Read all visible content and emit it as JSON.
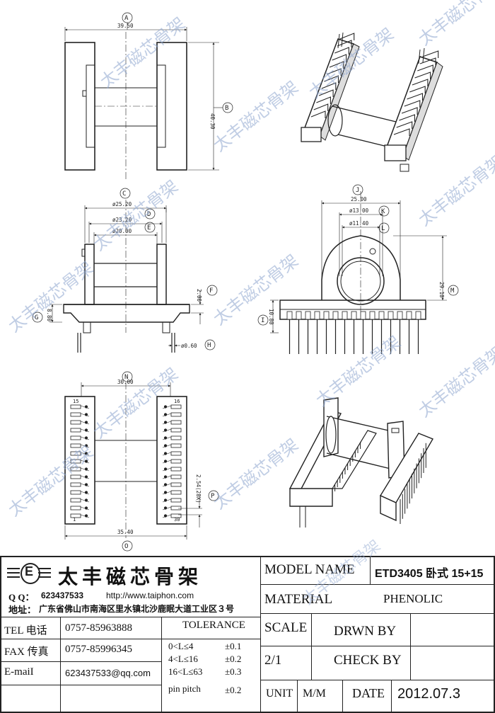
{
  "views": {
    "top": {
      "callouts": {
        "a": "A",
        "b": "B"
      },
      "dims": {
        "width": "39.50",
        "height": "40.30"
      }
    },
    "front": {
      "callouts": {
        "c": "C",
        "d": "D",
        "e": "E",
        "f": "F",
        "g": "G",
        "h": "H"
      },
      "dims": {
        "c": "ø25.20",
        "d": "ø23.20",
        "e": "ø20.00",
        "f": "2.00",
        "g": "8.80",
        "h": "ø0.60"
      }
    },
    "side": {
      "callouts": {
        "j": "J",
        "k": "K",
        "l": "L",
        "m": "M",
        "i": "I"
      },
      "dims": {
        "j": "25.00",
        "k": "ø13.00",
        "l": "ø11.40",
        "m": "29.10",
        "i": "10.80"
      }
    },
    "bottom": {
      "callouts": {
        "n": "N",
        "o": "O",
        "p": "P"
      },
      "dims": {
        "n": "30.00",
        "o": "35.40",
        "p": "2.54(28X)"
      },
      "pins": {
        "p15": "15",
        "p16": "16",
        "p1": "1",
        "p30": "30"
      }
    }
  },
  "watermark": "太丰磁芯骨架",
  "title_block": {
    "logo_letter": "E",
    "company_name": "太丰磁芯骨架",
    "qq_label": "Q Q：",
    "qq_value": "623437533",
    "website": "http://www.taiphon.com",
    "address_label": "地址：",
    "address_value": "广东省佛山市南海区里水镇北沙鹿眠大道工业区３号",
    "tel_label": "TEL 电话",
    "tel_value": "0757-85963888",
    "fax_label": "FAX 传真",
    "fax_value": "0757-85996345",
    "email_label": "E-maiI",
    "email_value": "623437533@qq.com",
    "tolerance_header": "TOLERANCE",
    "tolerances": [
      {
        "range": "0<L≤4",
        "value": "±0.1"
      },
      {
        "range": "4<L≤16",
        "value": "±0.2"
      },
      {
        "range": "16<L≤63",
        "value": "±0.3"
      },
      {
        "range": "pin pitch",
        "value": "±0.2"
      }
    ],
    "model_name_label": "MODEL NAME",
    "model_name_value": "ETD3405 卧式 15+15",
    "material_label": "MATERIAL",
    "material_value": "PHENOLIC",
    "scale_label": "SCALE",
    "scale_value": "2/1",
    "drawn_by_label": "DRWN BY",
    "drawn_by_value": "",
    "check_by_label": "CHECK BY",
    "check_by_value": "",
    "unit_label": "UNIT",
    "unit_value": "M/M",
    "date_label": "DATE",
    "date_value": "2012.07.3"
  }
}
